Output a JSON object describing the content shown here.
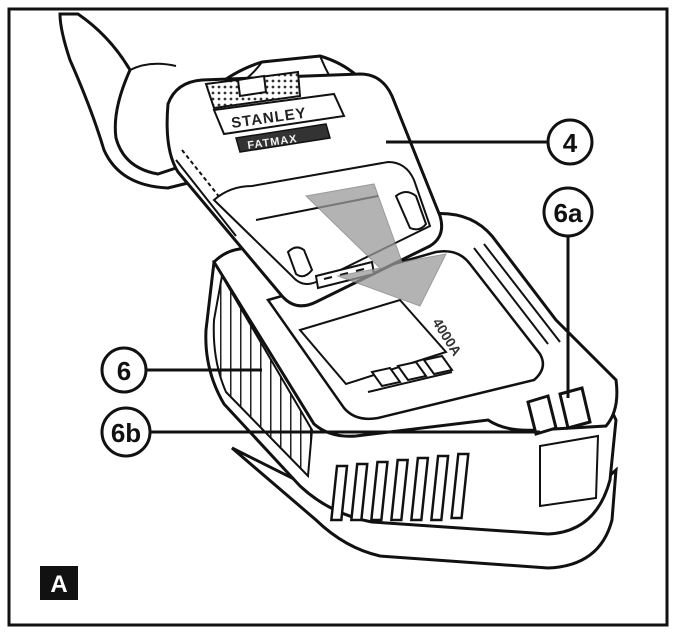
{
  "figure": {
    "panel_label": "A",
    "callouts": [
      {
        "id": "4",
        "label": "4"
      },
      {
        "id": "6a",
        "label": "6a"
      },
      {
        "id": "6",
        "label": "6"
      },
      {
        "id": "6b",
        "label": "6b"
      }
    ],
    "battery_brand": "STANLEY",
    "battery_sub": "FATMAX",
    "charger_marking": "4000A",
    "colors": {
      "line": "#111111",
      "paper": "#ffffff",
      "shade": "#9a9a9a",
      "panel_box": "#111111"
    }
  }
}
